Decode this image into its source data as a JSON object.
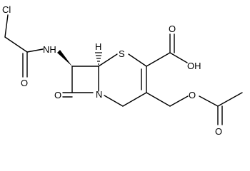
{
  "atoms": {
    "cl": "Cl",
    "nh": "NH",
    "o_amide": "O",
    "h_stereo": "H",
    "s": "S",
    "oh": "OH",
    "o_acid": "O",
    "n_ring": "N",
    "o_lactam": "O",
    "o_ester": "O",
    "o_acetyl": "O"
  }
}
